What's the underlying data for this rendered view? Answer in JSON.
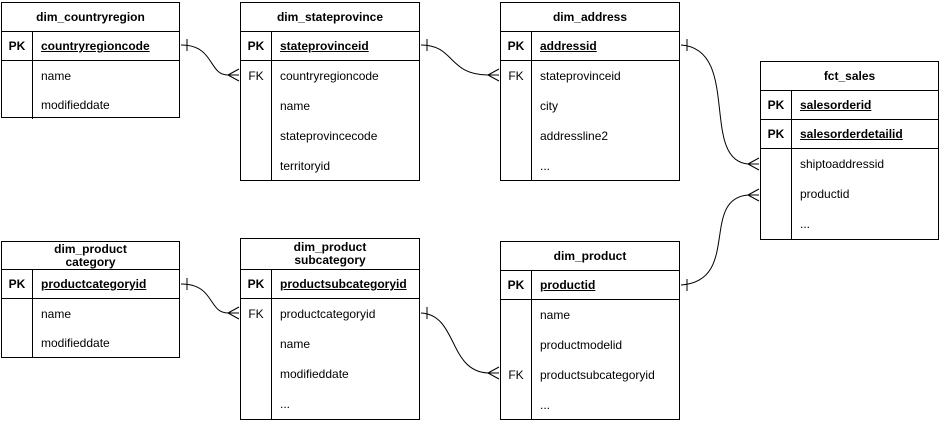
{
  "diagram": {
    "background_color": "#ffffff",
    "line_color": "#000000",
    "notation": "crow's foot",
    "tables": {
      "countryregion": {
        "title": "dim_countryregion",
        "rows": [
          {
            "key": "PK",
            "field": "countryregioncode"
          },
          {
            "key": "",
            "field": "name"
          },
          {
            "key": "",
            "field": "modifieddate"
          }
        ]
      },
      "stateprovince": {
        "title": "dim_stateprovince",
        "rows": [
          {
            "key": "PK",
            "field": "stateprovinceid"
          },
          {
            "key": "FK",
            "field": "countryregioncode"
          },
          {
            "key": "",
            "field": "name"
          },
          {
            "key": "",
            "field": "stateprovincecode"
          },
          {
            "key": "",
            "field": "territoryid"
          }
        ]
      },
      "address": {
        "title": "dim_address",
        "rows": [
          {
            "key": "PK",
            "field": "addressid"
          },
          {
            "key": "FK",
            "field": "stateprovinceid"
          },
          {
            "key": "",
            "field": "city"
          },
          {
            "key": "",
            "field": "addressline2"
          },
          {
            "key": "",
            "field": "..."
          }
        ]
      },
      "fct_sales": {
        "title": "fct_sales",
        "rows": [
          {
            "key": "PK",
            "field": "salesorderid"
          },
          {
            "key": "PK",
            "field": "salesorderdetailid"
          },
          {
            "key": "",
            "field": "shiptoaddressid"
          },
          {
            "key": "",
            "field": "productid"
          },
          {
            "key": "",
            "field": "..."
          }
        ]
      },
      "product_category": {
        "title": "dim_product",
        "title2": "category",
        "rows": [
          {
            "key": "PK",
            "field": "productcategoryid"
          },
          {
            "key": "",
            "field": "name"
          },
          {
            "key": "",
            "field": "modifieddate"
          }
        ]
      },
      "product_subcategory": {
        "title": "dim_product",
        "title2": "subcategory",
        "rows": [
          {
            "key": "PK",
            "field": "productsubcategoryid"
          },
          {
            "key": "FK",
            "field": "productcategoryid"
          },
          {
            "key": "",
            "field": "name"
          },
          {
            "key": "",
            "field": "modifieddate"
          },
          {
            "key": "",
            "field": "..."
          }
        ]
      },
      "product": {
        "title": "dim_product",
        "rows": [
          {
            "key": "PK",
            "field": "productid"
          },
          {
            "key": "",
            "field": "name"
          },
          {
            "key": "",
            "field": "productmodelid"
          },
          {
            "key": "FK",
            "field": "productsubcategoryid"
          },
          {
            "key": "",
            "field": "..."
          }
        ]
      }
    },
    "relationships": [
      {
        "from": "dim_countryregion.countryregioncode",
        "to": "dim_stateprovince.countryregioncode",
        "cardinality": "one-to-many"
      },
      {
        "from": "dim_stateprovince.stateprovinceid",
        "to": "dim_address.stateprovinceid",
        "cardinality": "one-to-many"
      },
      {
        "from": "dim_address.addressid",
        "to": "fct_sales.shiptoaddressid",
        "cardinality": "one-to-many"
      },
      {
        "from": "dim_product.productid",
        "to": "fct_sales.productid",
        "cardinality": "one-to-many"
      },
      {
        "from": "dim_product category.productcategoryid",
        "to": "dim_product subcategory.productcategoryid",
        "cardinality": "one-to-many"
      },
      {
        "from": "dim_product subcategory.productsubcategoryid",
        "to": "dim_product.productsubcategoryid",
        "cardinality": "one-to-many"
      }
    ]
  }
}
